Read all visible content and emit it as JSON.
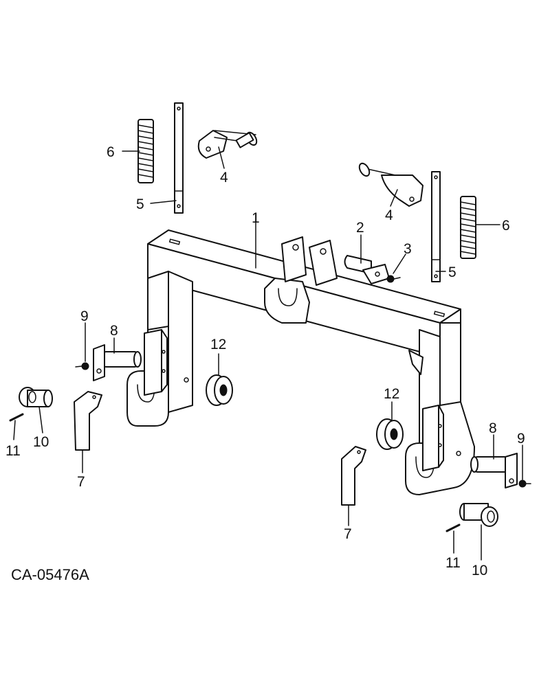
{
  "drawing_code": "CA-05476A",
  "callouts": [
    {
      "id": "c1",
      "label": "1"
    },
    {
      "id": "c2",
      "label": "2"
    },
    {
      "id": "c3",
      "label": "3"
    },
    {
      "id": "c4a",
      "label": "4"
    },
    {
      "id": "c4b",
      "label": "4"
    },
    {
      "id": "c5a",
      "label": "5"
    },
    {
      "id": "c5b",
      "label": "5"
    },
    {
      "id": "c6a",
      "label": "6"
    },
    {
      "id": "c6b",
      "label": "6"
    },
    {
      "id": "c7a",
      "label": "7"
    },
    {
      "id": "c7b",
      "label": "7"
    },
    {
      "id": "c8a",
      "label": "8"
    },
    {
      "id": "c8b",
      "label": "8"
    },
    {
      "id": "c9a",
      "label": "9"
    },
    {
      "id": "c9b",
      "label": "9"
    },
    {
      "id": "c10a",
      "label": "10"
    },
    {
      "id": "c10b",
      "label": "10"
    },
    {
      "id": "c11a",
      "label": "11"
    },
    {
      "id": "c11b",
      "label": "11"
    },
    {
      "id": "c12a",
      "label": "12"
    },
    {
      "id": "c12b",
      "label": "12"
    }
  ]
}
